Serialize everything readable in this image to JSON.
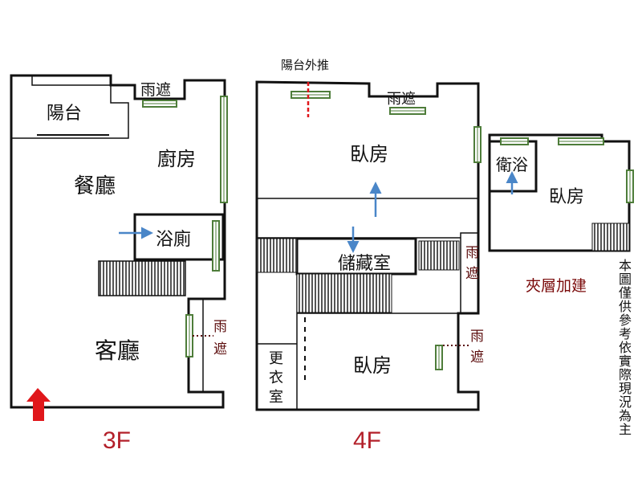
{
  "floor_3f": {
    "label": "3F",
    "rooms": {
      "balcony": "陽台",
      "dining": "餐廳",
      "kitchen": "廚房",
      "bathroom": "浴廁",
      "living": "客廳",
      "canopy_top": "雨遮",
      "canopy_side_1": "雨",
      "canopy_side_2": "遮"
    }
  },
  "floor_4f": {
    "label": "4F",
    "balcony_note": "陽台外推",
    "rooms": {
      "canopy_top": "雨遮",
      "bedroom_main": "臥房",
      "storage": "儲藏室",
      "canopy_right_1": "雨",
      "canopy_right_2": "遮",
      "dressing_1": "更",
      "dressing_2": "衣",
      "dressing_3": "室",
      "bedroom_lower": "臥房",
      "canopy_lower_1": "雨",
      "canopy_lower_2": "遮"
    }
  },
  "mezzanine": {
    "label": "夾層加建",
    "rooms": {
      "bath": "衛浴",
      "bedroom": "臥房"
    }
  },
  "disclaimer": "本圖僅供參考依實際現況為主",
  "colors": {
    "wall": "#111111",
    "window_green": "#4e7d3a",
    "arrow_blue": "#4a86c8",
    "entrance_red": "#e0171b",
    "floor_label": "#b3202a",
    "canopy_label": "#5a0a0a",
    "stair_hatch": "#555555"
  }
}
